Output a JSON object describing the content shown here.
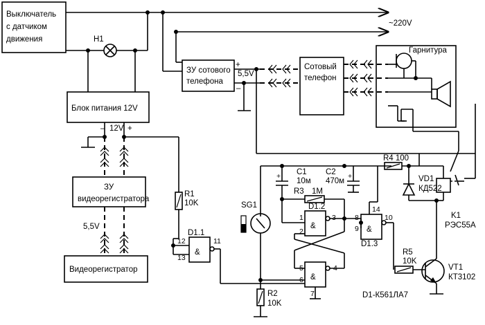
{
  "blocks": {
    "switch": [
      "Выключатель",
      "с датчиком",
      "движения"
    ],
    "charger_phone": [
      "ЗУ сотового",
      "телефона"
    ],
    "phone": [
      "Сотовый",
      "телефон"
    ],
    "headset": "Гарнитура",
    "power_supply": "Блок питания 12V",
    "charger_recorder": [
      "ЗУ",
      "видеорегистратора"
    ],
    "recorder": "Видеорегистратор"
  },
  "labels": {
    "mains": "~220V",
    "lamp": "H1",
    "v55_top": "5,5V",
    "v55_left": "5,5V",
    "v12": "12V",
    "plus": "+",
    "minus": "–",
    "r1": "R1",
    "r1_val": "10K",
    "r2": "R2",
    "r2_val": "10K",
    "r3": "R3",
    "r3_val": "1M",
    "r4": "R4 100",
    "r5": "R5",
    "r5_val": "10K",
    "c1": "C1",
    "c1_val": "10м",
    "c2": "C2",
    "c2_val": "470м",
    "vd1": "VD1",
    "vd1_val": "КД522",
    "k1": "K1",
    "k1_val": "РЭС55А",
    "vt1": "VT1",
    "vt1_val": "КТ3102",
    "sg1": "SG1",
    "d11": "D1.1",
    "d12": "D1.2",
    "d13": "D1.3",
    "d1_type": "D1-К561ЛА7",
    "amp": "&"
  },
  "pins": {
    "p12": "12",
    "p13": "13",
    "p11": "11",
    "p1": "1",
    "p2": "2",
    "p3": "3",
    "p5": "5",
    "p6": "6",
    "p4": "4",
    "p7": "7",
    "p8": "8",
    "p9": "9",
    "p10": "10",
    "p14": "14"
  }
}
